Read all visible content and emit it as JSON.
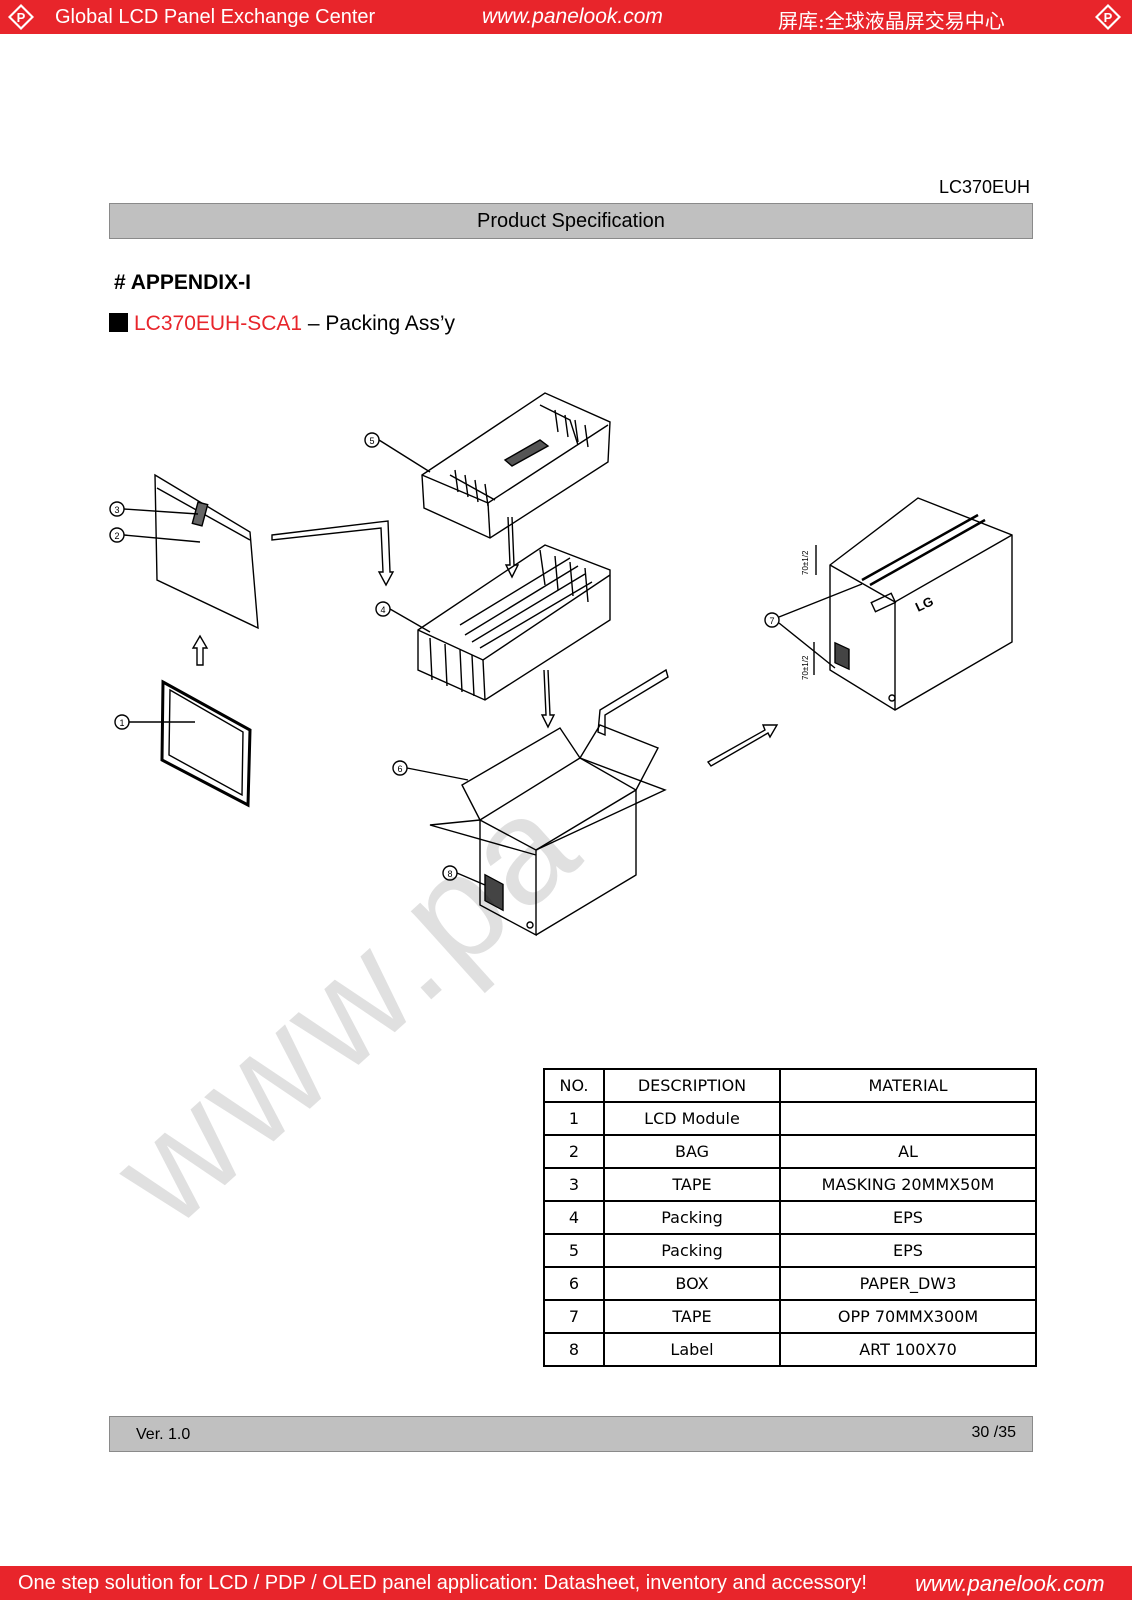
{
  "header": {
    "left_text": "Global LCD Panel Exchange Center",
    "center_text": "www.panelook.com",
    "right_text": "屏库:全球液晶屏交易中心"
  },
  "document": {
    "model": "LC370EUH",
    "spec_title": "Product Specification",
    "appendix": "# APPENDIX-I",
    "subtitle_code": "LC370EUH-SCA1",
    "subtitle_rest": " – Packing Ass’y",
    "watermark": "www.pa",
    "callouts": [
      "1",
      "2",
      "3",
      "4",
      "5",
      "6",
      "7",
      "8"
    ],
    "dim_label": "70±1/2"
  },
  "parts_table": {
    "headers": [
      "NO.",
      "DESCRIPTION",
      "MATERIAL"
    ],
    "rows": [
      [
        "1",
        "LCD Module",
        ""
      ],
      [
        "2",
        "BAG",
        "AL"
      ],
      [
        "3",
        "TAPE",
        "MASKING 20MMX50M"
      ],
      [
        "4",
        "Packing",
        "EPS"
      ],
      [
        "5",
        "Packing",
        "EPS"
      ],
      [
        "6",
        "BOX",
        "PAPER_DW3"
      ],
      [
        "7",
        "TAPE",
        "OPP 70MMX300M"
      ],
      [
        "8",
        "Label",
        "ART 100X70"
      ]
    ]
  },
  "footer": {
    "version": "Ver. 1.0",
    "page": "30 /35"
  },
  "bottom_bar": {
    "text": "One step solution for LCD / PDP / OLED panel application: Datasheet, inventory and accessory!",
    "url": "www.panelook.com"
  },
  "colors": {
    "brand_red": "#e8252b",
    "bar_gray": "#c0c0c0"
  }
}
